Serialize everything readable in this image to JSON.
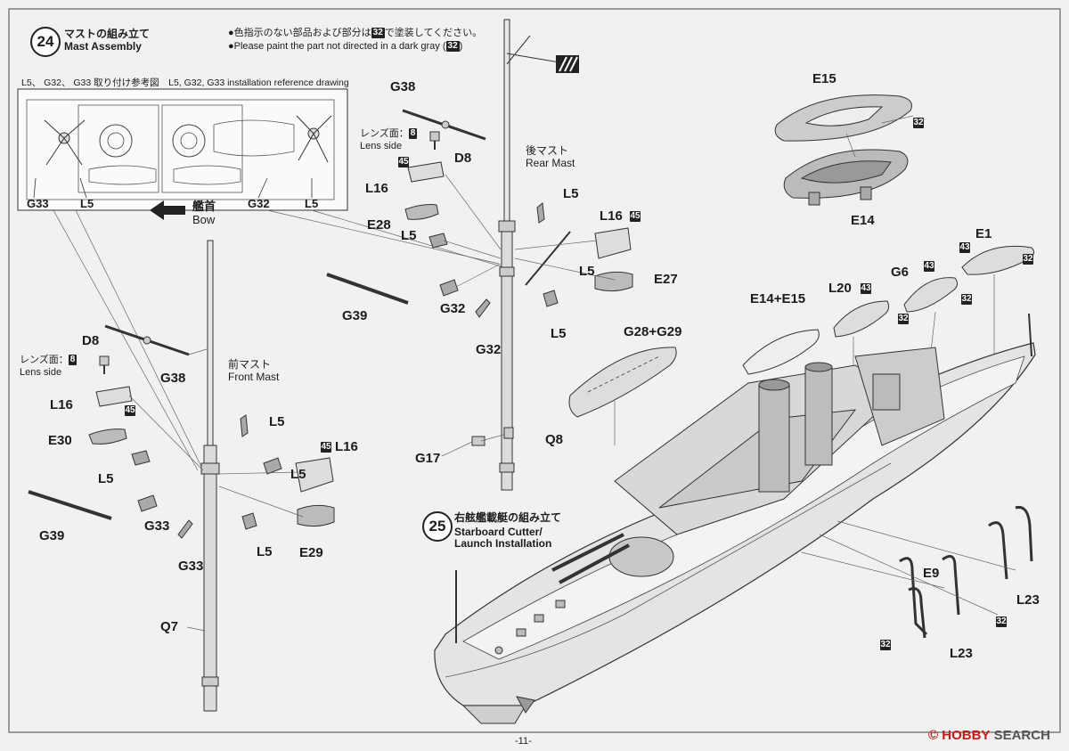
{
  "step24": {
    "number": "24",
    "title_ja": "マストの組み立て",
    "title_en": "Mast Assembly",
    "note1_ja_a": "色指示のない部品および部分は",
    "note1_ja_b": "で塗装してください。",
    "note2_en_a": "Please paint the part not directed in a dark gray (",
    "note2_en_b": ")",
    "color_code": "32"
  },
  "reference": {
    "title": "L5、 G32、 G33 取り付け参考図　L5, G32, G33 installation reference drawing",
    "labels": [
      "G33",
      "L5",
      "G32",
      "L5"
    ],
    "bow_ja": "艦首",
    "bow_en": "Bow"
  },
  "rear_mast": {
    "ja": "後マスト",
    "en": "Rear Mast"
  },
  "front_mast": {
    "ja": "前マスト",
    "en": "Front Mast"
  },
  "lens": {
    "ja": "レンズ面：",
    "en": "Lens side",
    "code": "8"
  },
  "parts": {
    "g38": "G38",
    "d8": "D8",
    "l16": "L16",
    "l5": "L5",
    "e28": "E28",
    "g39": "G39",
    "g32": "G32",
    "e27": "E27",
    "g17": "G17",
    "q8": "Q8",
    "e30": "E30",
    "g33": "G33",
    "e29": "E29",
    "q7": "Q7",
    "e15": "E15",
    "e14": "E14",
    "e1": "E1",
    "g6": "G6",
    "l20": "L20",
    "e14e15": "E14+E15",
    "g28g29": "G28+G29",
    "e9": "E9",
    "l23": "L23"
  },
  "codes": {
    "c45": "45",
    "c43": "43",
    "c32": "32",
    "c8": "8"
  },
  "step25": {
    "number": "25",
    "title_ja": "右舷艦載艇の組み立て",
    "title_en1": "Starboard Cutter/",
    "title_en2": "Launch Installation"
  },
  "footer": {
    "page": "-11-"
  },
  "watermark": {
    "prefix": "© ",
    "brand": "HOBBY",
    "suffix": " SEARCH"
  }
}
